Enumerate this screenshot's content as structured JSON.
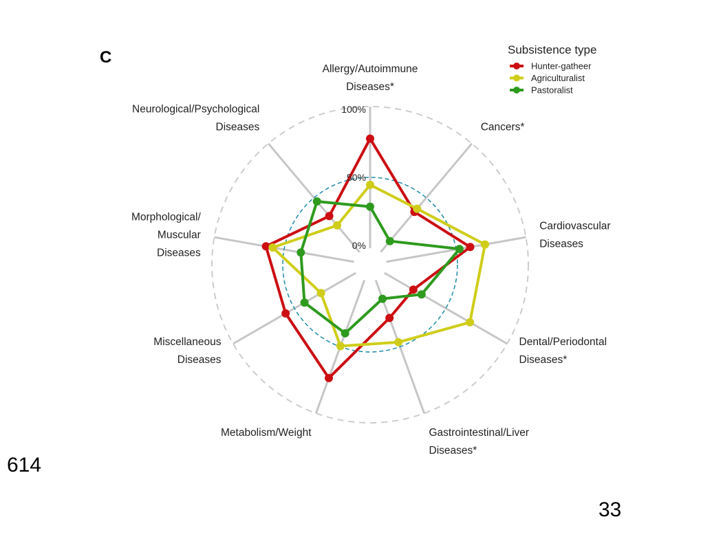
{
  "slide": {
    "left_number": "614",
    "right_number": "33"
  },
  "chart_data": {
    "type": "radar",
    "panel_label": "C",
    "categories": [
      [
        "Allergy/Autoimmune",
        "Diseases*"
      ],
      [
        "Cancers*"
      ],
      [
        "Cardiovascular",
        "Diseases"
      ],
      [
        "Dental/Periodontal",
        "Diseases*"
      ],
      [
        "Gastrointestinal/Liver",
        "Diseases*"
      ],
      [
        "Metabolism/Weight"
      ],
      [
        "Miscellaneous",
        "Diseases"
      ],
      [
        "Morphological/",
        "Muscular",
        "Diseases"
      ],
      [
        "Neurological/Psychological",
        "Diseases"
      ]
    ],
    "radial_ticks": [
      "0%",
      "50%",
      "100%"
    ],
    "rlim": [
      0,
      100
    ],
    "reference_circle": 50,
    "legend": {
      "title": "Subsistence type",
      "position": "top-right"
    },
    "series": [
      {
        "name": "Hunter-gatheer",
        "color": "#cc0e12",
        "values": [
          79,
          37,
          61,
          23,
          28,
          75,
          58,
          64,
          33
        ]
      },
      {
        "name": "Agriculturalist",
        "color": "#cfcd1a",
        "values": [
          45,
          40,
          72,
          71,
          47,
          50,
          28,
          59,
          24
        ]
      },
      {
        "name": "Pastoralist",
        "color": "#2e9a1e",
        "values": [
          29,
          9,
          53,
          30,
          13,
          40,
          42,
          38,
          47
        ]
      }
    ]
  }
}
